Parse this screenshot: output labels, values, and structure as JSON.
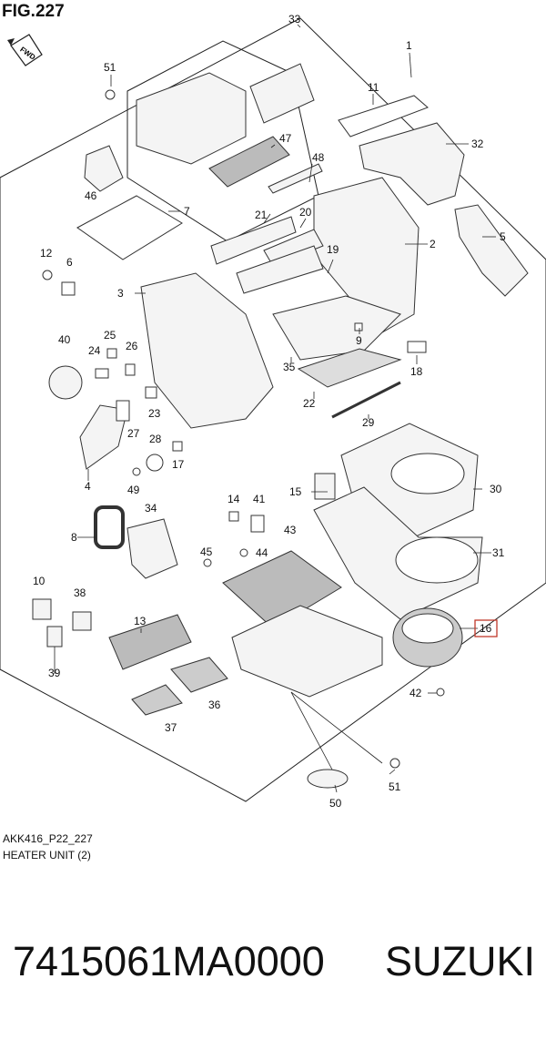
{
  "figure": {
    "title": "FIG.227",
    "code": "AKK416_P22_227",
    "name": "HEATER UNIT (2)",
    "fwd_label": "FWD",
    "highlight_color": "#c0392b"
  },
  "product": {
    "part_number": "7415061MA0000",
    "brand": "SUZUKI"
  },
  "callouts": [
    {
      "n": "1"
    },
    {
      "n": "2"
    },
    {
      "n": "3"
    },
    {
      "n": "4"
    },
    {
      "n": "5"
    },
    {
      "n": "6"
    },
    {
      "n": "7"
    },
    {
      "n": "8"
    },
    {
      "n": "9"
    },
    {
      "n": "10"
    },
    {
      "n": "11"
    },
    {
      "n": "12"
    },
    {
      "n": "13"
    },
    {
      "n": "14"
    },
    {
      "n": "15"
    },
    {
      "n": "16"
    },
    {
      "n": "17"
    },
    {
      "n": "18"
    },
    {
      "n": "19"
    },
    {
      "n": "20"
    },
    {
      "n": "21"
    },
    {
      "n": "22"
    },
    {
      "n": "23"
    },
    {
      "n": "24"
    },
    {
      "n": "25"
    },
    {
      "n": "26"
    },
    {
      "n": "27"
    },
    {
      "n": "28"
    },
    {
      "n": "29"
    },
    {
      "n": "30"
    },
    {
      "n": "31"
    },
    {
      "n": "32"
    },
    {
      "n": "33"
    },
    {
      "n": "34"
    },
    {
      "n": "35"
    },
    {
      "n": "36"
    },
    {
      "n": "37"
    },
    {
      "n": "38"
    },
    {
      "n": "39"
    },
    {
      "n": "40"
    },
    {
      "n": "41"
    },
    {
      "n": "42"
    },
    {
      "n": "43"
    },
    {
      "n": "44"
    },
    {
      "n": "45"
    },
    {
      "n": "46"
    },
    {
      "n": "47"
    },
    {
      "n": "48"
    },
    {
      "n": "49"
    },
    {
      "n": "50"
    },
    {
      "n": "51"
    },
    {
      "n": "51"
    }
  ]
}
